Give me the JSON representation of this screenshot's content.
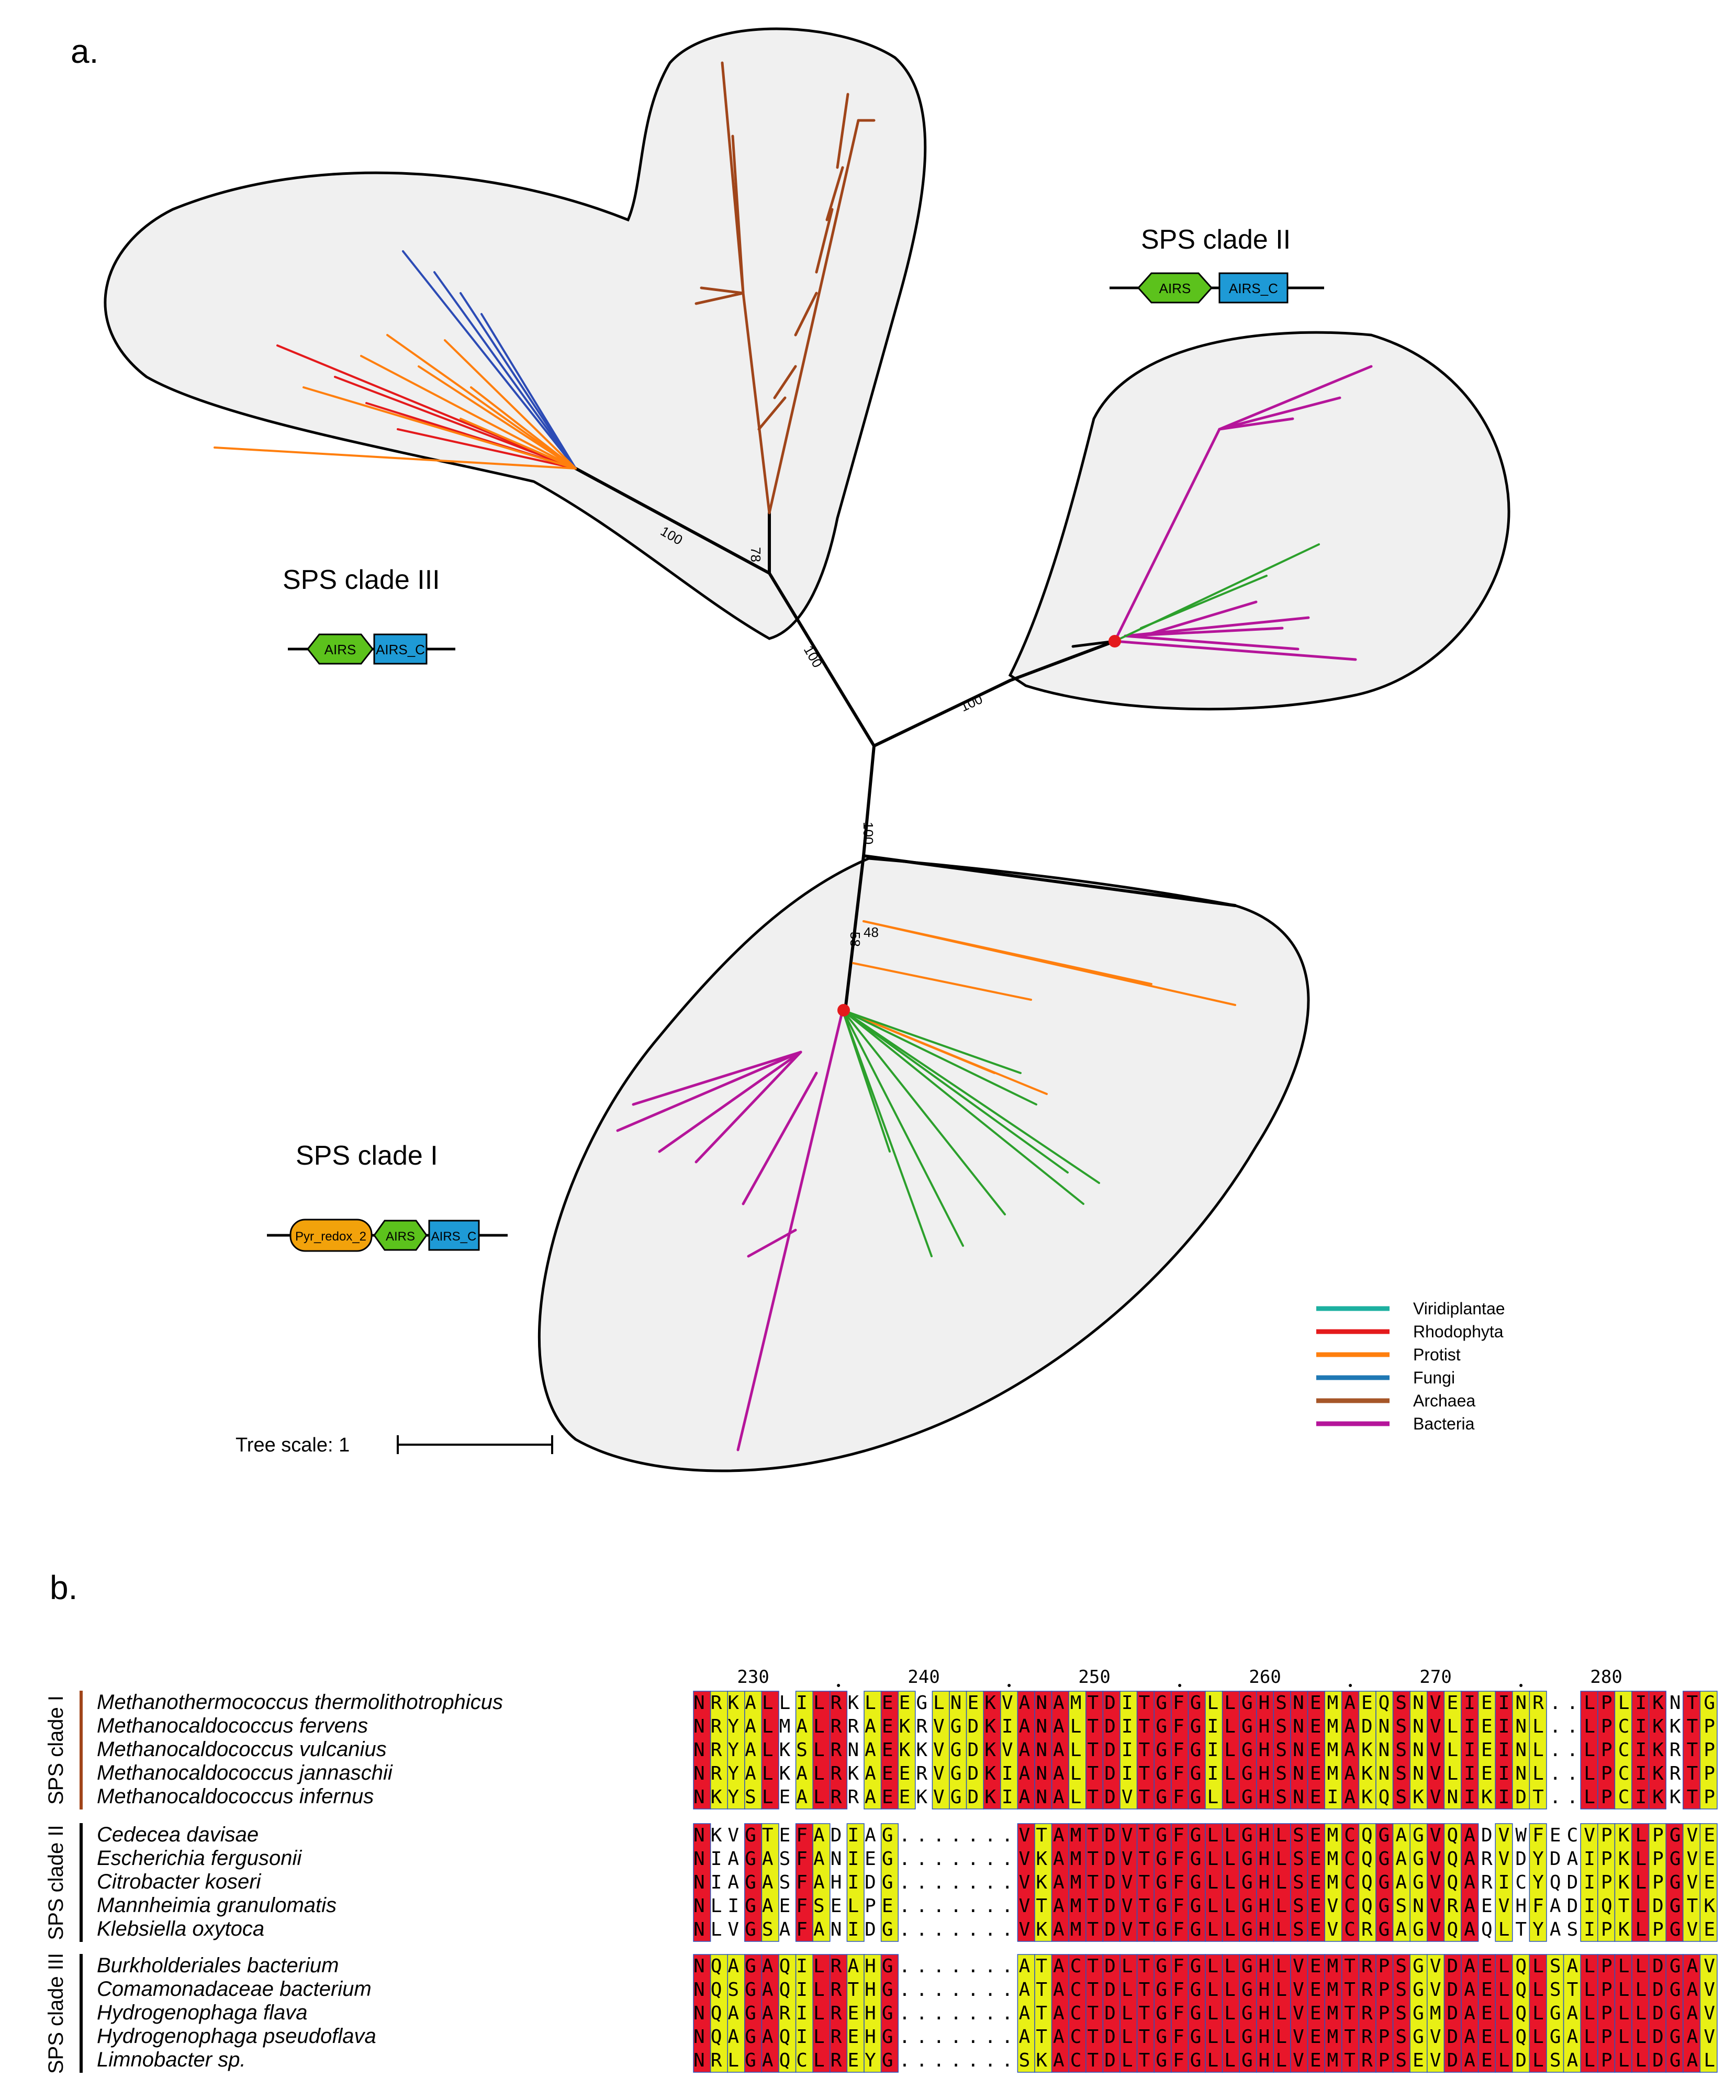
{
  "panel_a": {
    "label": "a.",
    "clades": [
      {
        "name": "SPS clade II",
        "domains": [
          "AIRS",
          "AIRS_C"
        ]
      },
      {
        "name": "SPS clade III",
        "domains": [
          "AIRS",
          "AIRS_C"
        ]
      },
      {
        "name": "SPS clade I",
        "domains": [
          "Pyr_redox_2",
          "AIRS",
          "AIRS_C"
        ]
      }
    ],
    "bootstrap": [
      "100",
      "78",
      "100",
      "100",
      "100",
      "48",
      "58"
    ],
    "tree_scale_label": "Tree scale: 1",
    "legend": [
      {
        "label": "Viridiplantae",
        "color": "#1db0a0"
      },
      {
        "label": "Rhodophyta",
        "color": "#e41a1c"
      },
      {
        "label": "Protist",
        "color": "#ff7f0e"
      },
      {
        "label": "Fungi",
        "color": "#1f78b4"
      },
      {
        "label": "Archaea",
        "color": "#a65628"
      },
      {
        "label": "Bacteria",
        "color": "#b5159a"
      }
    ],
    "branch_colors": {
      "green": "#2ca02c",
      "brown": "#a0451a",
      "blue": "#2c4bb5",
      "red": "#e41a1c",
      "orange": "#ff7f0e",
      "magenta": "#b5159a",
      "black": "#000000"
    }
  },
  "panel_b": {
    "label": "b.",
    "ruler": [
      "230",
      "240",
      "250",
      "260",
      "270",
      "280"
    ],
    "groups": [
      {
        "name": "SPS clade I",
        "bar_color": "#a0451a",
        "rows": [
          {
            "species": "Methanothermococcus thermolithotrophicus",
            "seq": "NRKALLILRKLEEGLNEKVANAMTDITGFGLLGHSNEMAEQSNVEIEINR..LPLIKNTG"
          },
          {
            "species": "Methanocaldococcus fervens",
            "seq": "NRYALMALRRAEKRVGDKIANALTDITGFGILGHSNEMADNSNVLIEINL..LPCIKKTP"
          },
          {
            "species": "Methanocaldococcus vulcanius",
            "seq": "NRYALKSLRNAEKKVGDKVANALTDITGFGILGHSNEMAKNSNVLIEINL..LPCIKRTP"
          },
          {
            "species": "Methanocaldococcus jannaschii",
            "seq": "NRYALKALRKAEERVGDKIANALTDITGFGILGHSNEMAKNSNVLIEINL..LPCIKRTP"
          },
          {
            "species": "Methanocaldococcus infernus",
            "seq": "NKYSLEALRRAEEKVGDKIANALTDVTGFGLLGHSNEIAKQSKVNIKIDT..LPCIKKTP"
          }
        ]
      },
      {
        "name": "SPS clade II",
        "bar_color": "#000000",
        "rows": [
          {
            "species": "Cedecea davisae",
            "seq": "NKVGTEFADIAG.......VTAMTDVTGFGLLGHLSEMCQGAGVQADVWFECVPKLPGVE"
          },
          {
            "species": "Escherichia fergusonii",
            "seq": "NIAGASFANIEG.......VKAMTDVTGFGLLGHLSEMCQGAGVQARVDYDAIPKLPGVE"
          },
          {
            "species": "Citrobacter koseri",
            "seq": "NIAGASFAHIDG.......VKAMTDVTGFGLLGHLSEMCQGAGVQARICYQDIPKLPGVE"
          },
          {
            "species": "Mannheimia granulomatis",
            "seq": "NLIGAEFSELPE.......VTAMTDVTGFGLLGHLSEVCQGSNVRAEVHFADIQTLDGTK"
          },
          {
            "species": "Klebsiella oxytoca",
            "seq": "NLVGSAFANIDG.......VKAMTDVTGFGLLGHLSEVCRGAGVQAQLTYASIPKLPGVE"
          }
        ]
      },
      {
        "name": "SPS clade III",
        "bar_color": "#000000",
        "rows": [
          {
            "species": "Burkholderiales bacterium",
            "seq": "NQAGAQILRAHG.......ATACTDLTGFGLLGHLVEMTRPSGVDAELQLSALPLLDGAV"
          },
          {
            "species": "Comamonadaceae bacterium",
            "seq": "NQSGAQILRTHG.......ATACTDLTGFGLLGHLVEMTRPSGVDAELQLSTLPLLDGAV"
          },
          {
            "species": "Hydrogenophaga flava",
            "seq": "NQAGARILREHG.......ATACTDLTGFGLLGHLVEMTRPSGMDAELQLGALPLLDGAV"
          },
          {
            "species": "Hydrogenophaga pseudoflava",
            "seq": "NQAGAQILREHG.......ATACTDLTGFGLLGHLVEMTRPSGVDAELQLGALPLLDGAV"
          },
          {
            "species": "Limnobacter sp.",
            "seq": "NRLGAQCLREYG.......SKACTDLTGFGLLGHLVEMTRPSEVDAELDLSALPLLDGAL"
          }
        ]
      }
    ],
    "colors": {
      "identical": "#e8162a",
      "similar": "#e8f015",
      "box": "#2a55c0"
    }
  }
}
